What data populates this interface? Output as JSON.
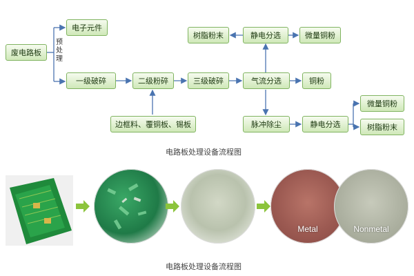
{
  "flow": {
    "nodes": {
      "waste_board": "废电路板",
      "electronic_parts": "电子元件",
      "primary_crush": "一级破碎",
      "secondary_pulverize": "二级粉碎",
      "tertiary_crush": "三级破碎",
      "airflow_separation": "气流分选",
      "copper_powder": "铜粉",
      "electrostatic_separation_top": "静电分选",
      "resin_powder_top": "树脂粉末",
      "micro_copper_top": "微量铜粉",
      "pulse_dust_removal": "脉冲除尘",
      "electrostatic_separation_bottom": "静电分选",
      "micro_copper_bottom": "微量铜粉",
      "resin_powder_bottom": "树脂粉末",
      "edge_materials": "边框料、覆铜板、锡板"
    },
    "pretreatment_label": "预处理"
  },
  "captions": {
    "top": "电路板处理设备流程图",
    "bottom": "电路板处理设备流程图"
  },
  "photos": {
    "metal_label": "Metal",
    "nonmetal_label": "Nonmetal"
  },
  "colors": {
    "node_border": "#7fb35f",
    "arrow_blue": "#4a74b0",
    "arrow_green": "#8cc43c"
  }
}
